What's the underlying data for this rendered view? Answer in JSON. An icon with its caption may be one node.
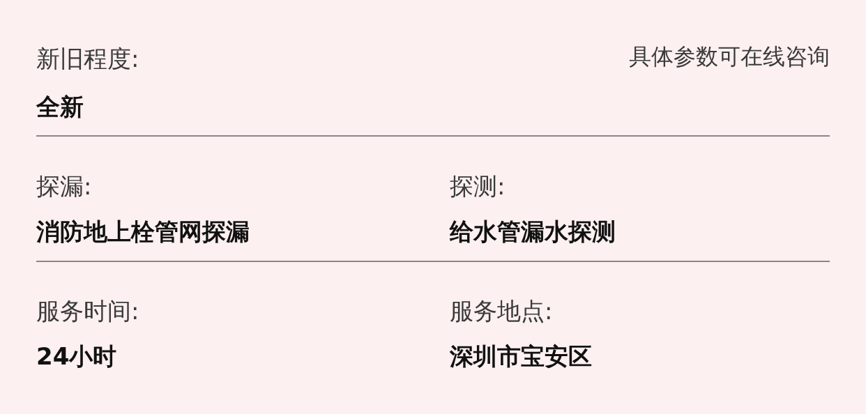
{
  "diagram": {
    "labels": [
      "新旧程度:",
      "具体参数可在线咨询",
      "全新",
      "探漏:",
      "探测:",
      "消防地上栓管网探漏",
      "给水管漏水探测",
      "服务时间:",
      "服务地点:",
      "24小时",
      "深圳市宝安区"
    ]
  }
}
